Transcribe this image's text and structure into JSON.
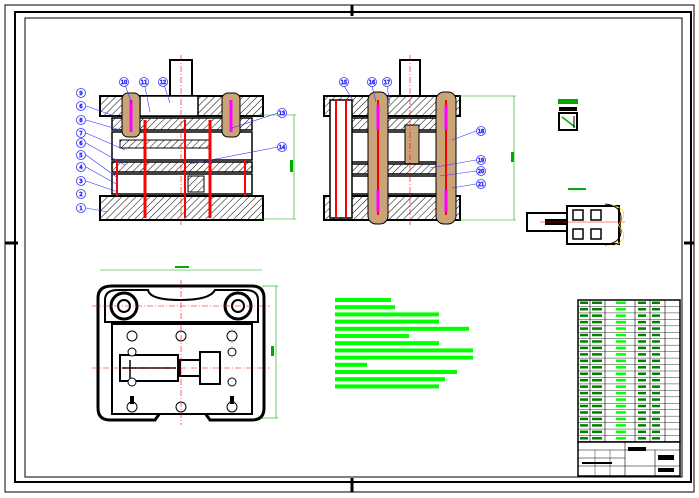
{
  "colors": {
    "line": "#000000",
    "hatch": "#000000",
    "red": "#ff0000",
    "blue": "#3333ff",
    "green": "#00ff00",
    "magenta": "#ff00ff",
    "tan": "#c8a478",
    "yellow": "#ffd700",
    "dark_green": "#008000"
  },
  "icons": {
    "balloon": "circled-number-icon",
    "bolt": "bolt-symbol-icon"
  },
  "front_view_callouts": [
    "6",
    "8",
    "7",
    "6",
    "5",
    "4",
    "3",
    "2",
    "1"
  ],
  "front_view_top_callouts": [
    "9",
    "10",
    "11",
    "12"
  ],
  "front_view_side_callouts": [
    "13",
    "14"
  ],
  "side_view_top_callouts": [
    "15",
    "16",
    "17"
  ],
  "side_view_side_callouts": [
    "18",
    "19",
    "20",
    "21"
  ],
  "notes_count": 13,
  "bom_rows": 22
}
